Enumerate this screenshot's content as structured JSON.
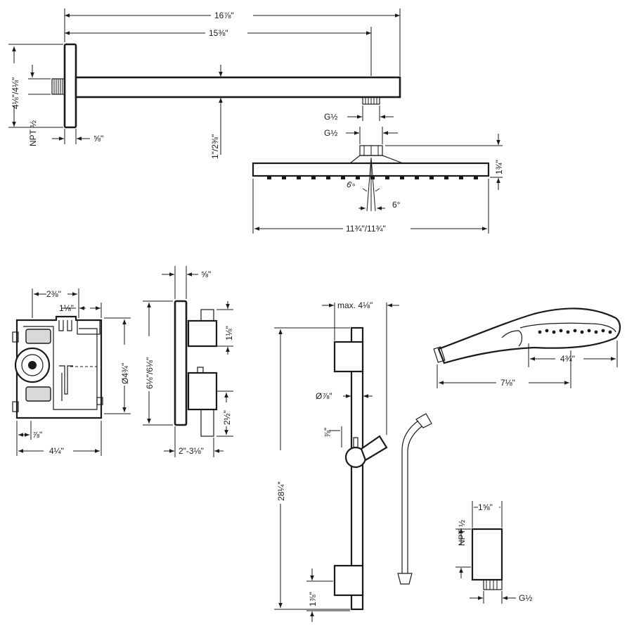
{
  "shower_arm": {
    "overall_length": "16⅞\"",
    "outlet_distance": "15⅜\"",
    "flange_height": "4⅛\"/4⅛\"",
    "inlet_thread": "NPT ½",
    "flange_depth": "⅝\"",
    "arm_height": "1\"/2⅜\"",
    "outlet_thread": "G½"
  },
  "shower_head": {
    "inlet_thread": "G½",
    "height": "1¾\"",
    "width": "11¾\"/11¾\"",
    "angle_left": "6°",
    "angle_right": "6°"
  },
  "rough_valve": {
    "width_top": "2⅜\"",
    "offset_top": "1⅛\"",
    "diameter": "Ø4¾\"",
    "offset_bottom": "⅞\"",
    "width_bottom": "4¼\""
  },
  "trim": {
    "plate_depth": "⅝\"",
    "plate_height": "6⅛\"/6⅛\"",
    "handle_height": "1⅛\"",
    "handle_spacing": "2½\"",
    "wall_depth": "2\"-3⅛\""
  },
  "wall_bar": {
    "projection": "max. 4⅛\"",
    "diameter": "Ø⅞\"",
    "holder_offset": "⅞\"",
    "length": "28¼\"",
    "bottom_offset": "1⅞\""
  },
  "hand_shower": {
    "face_length": "4¾\"",
    "overall_length": "7⅛\""
  },
  "wall_outlet": {
    "width": "1⅝\"",
    "inlet_thread": "NPT ½",
    "outlet_thread": "G½"
  }
}
